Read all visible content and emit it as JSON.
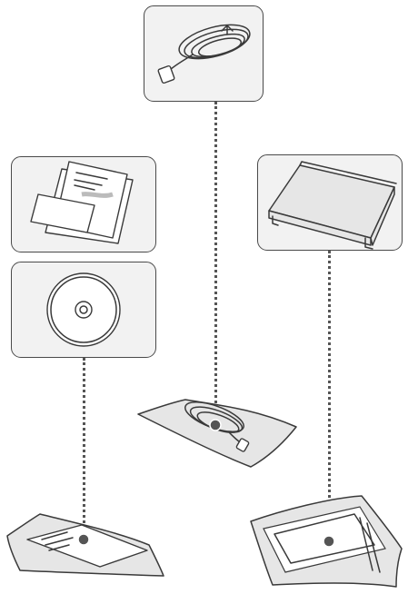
{
  "figure": {
    "items": [
      {
        "id": "power-cord",
        "icon": "power-cord-icon"
      },
      {
        "id": "printed-documents",
        "icon": "documents-icon"
      },
      {
        "id": "cd-rom",
        "icon": "cd-icon"
      },
      {
        "id": "output-tray",
        "icon": "tray-icon"
      }
    ],
    "colors": {
      "stroke": "#3a3a3a",
      "fill": "#e6e6e6",
      "panel": "#f2f2f2",
      "dot": "#555555"
    }
  }
}
